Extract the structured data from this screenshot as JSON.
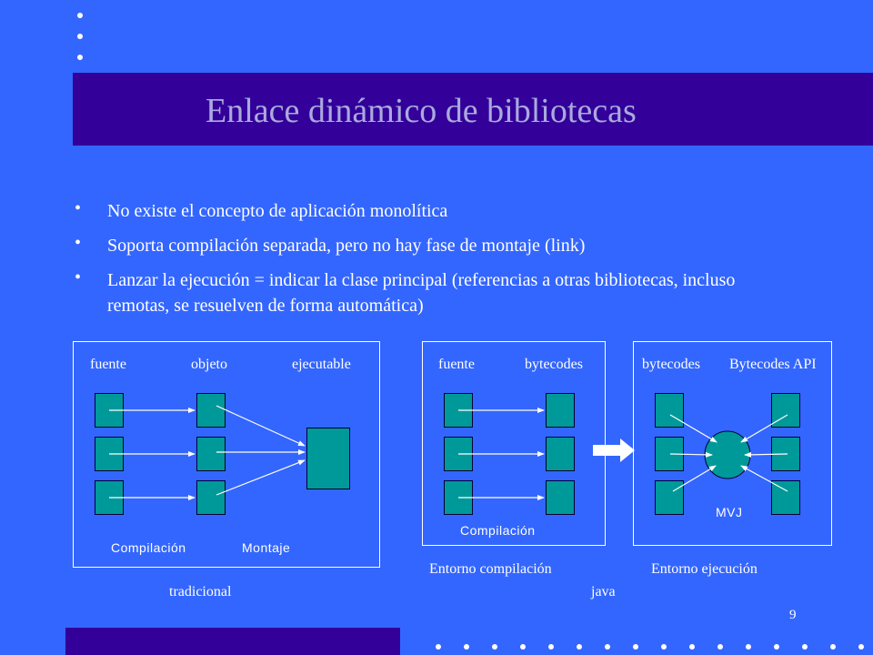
{
  "slide": {
    "title": "Enlace dinámico de bibliotecas",
    "page_number": "9",
    "bullets": [
      "No existe el concepto de aplicación monolítica",
      "Soporta compilación separada, pero no hay fase de montaje (link)",
      "Lanzar la ejecución = indicar la clase principal (referencias a otras bibliotecas, incluso remotas, se resuelven de forma automática)"
    ]
  },
  "diagram": {
    "traditional": {
      "labels": {
        "source": "fuente",
        "object": "objeto",
        "executable": "ejecutable",
        "compile": "Compilación",
        "link": "Montaje"
      },
      "caption": "tradicional"
    },
    "java_compile": {
      "labels": {
        "source": "fuente",
        "bytecodes": "bytecodes",
        "compile": "Compilación"
      },
      "caption": "Entorno compilación"
    },
    "java_run": {
      "labels": {
        "bytecodes": "bytecodes",
        "api": "Bytecodes API",
        "vm": "MVJ"
      },
      "caption": "Entorno ejecución"
    },
    "java_caption": "java"
  },
  "colors": {
    "background": "#3366ff",
    "title_band": "#330099",
    "box": "#009999",
    "title_text": "#aaaadd"
  }
}
